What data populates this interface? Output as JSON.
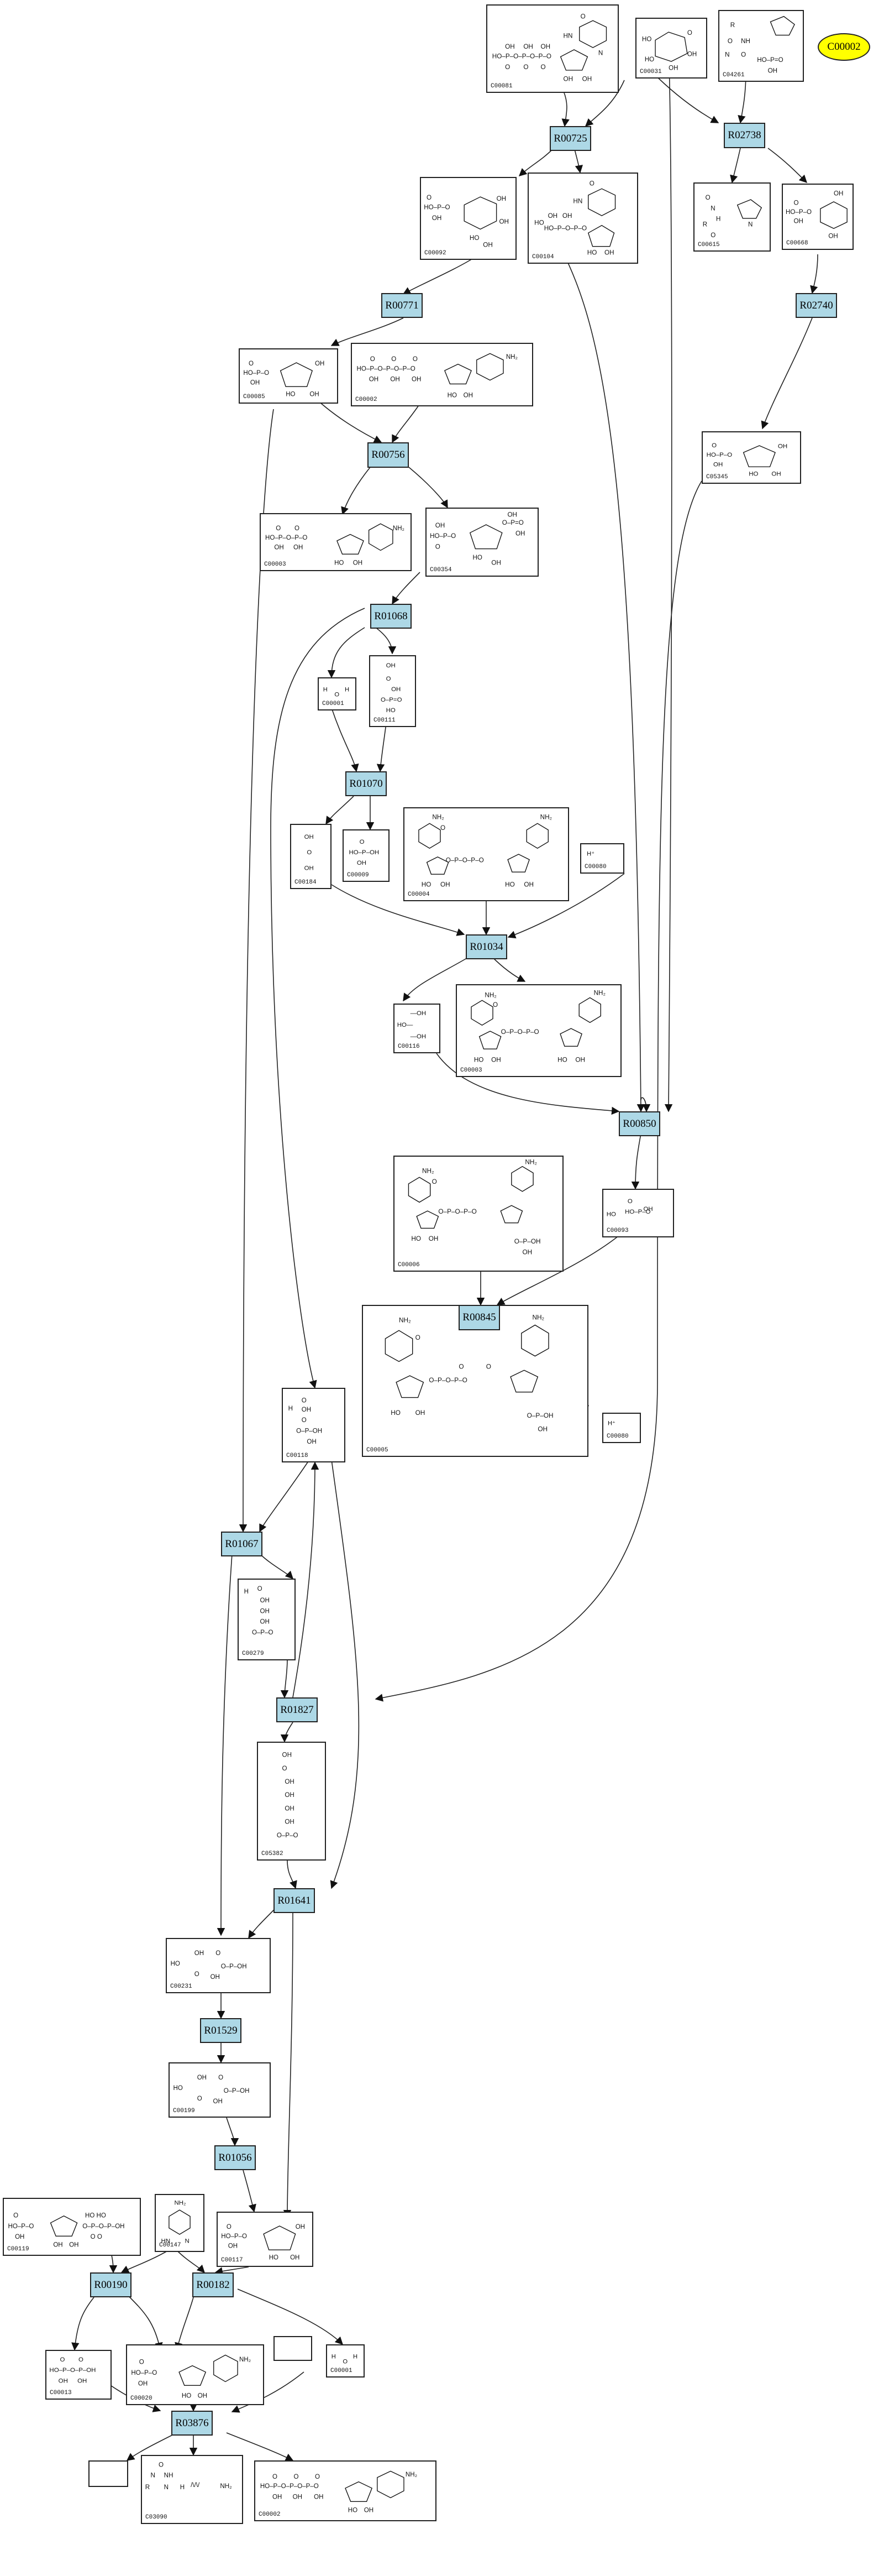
{
  "compounds": {
    "C00081": {
      "label": "C00081"
    },
    "C00031": {
      "label": "C00031"
    },
    "C04261": {
      "label": "C04261"
    },
    "C00092": {
      "label": "C00092"
    },
    "C00104": {
      "label": "C00104"
    },
    "C00615": {
      "label": "C00615"
    },
    "C00668": {
      "label": "C00668"
    },
    "C00085": {
      "label": "C00085"
    },
    "C00002": {
      "label": "C00002"
    },
    "C05345": {
      "label": "C05345"
    },
    "C00003": {
      "label": "C00003"
    },
    "C00354": {
      "label": "C00354"
    },
    "C00001a": {
      "label": "C00001"
    },
    "C00111": {
      "label": "C00111"
    },
    "C00184": {
      "label": "C00184"
    },
    "C00009": {
      "label": "C00009"
    },
    "C00004": {
      "label": "C00004"
    },
    "C00080a": {
      "label": "C00080",
      "formula": "H⁺"
    },
    "C00116": {
      "label": "C00116"
    },
    "C00003b": {
      "label": "C00003"
    },
    "C00006": {
      "label": "C00006"
    },
    "C00093": {
      "label": "C00093"
    },
    "C00118": {
      "label": "C00118"
    },
    "C00005": {
      "label": "C00005"
    },
    "C00080b": {
      "label": "C00080",
      "formula": "H⁺"
    },
    "C00279": {
      "label": "C00279"
    },
    "C05382": {
      "label": "C05382"
    },
    "C00231": {
      "label": "C00231"
    },
    "C00199": {
      "label": "C00199"
    },
    "C00119": {
      "label": "C00119"
    },
    "C00147": {
      "label": "C00147"
    },
    "C00117": {
      "label": "C00117"
    },
    "C00013": {
      "label": "C00013"
    },
    "C00020": {
      "label": "C00020"
    },
    "C00001b": {
      "label": "C00001"
    },
    "C03090": {
      "label": "C03090"
    },
    "C00002b": {
      "label": "C00002"
    }
  },
  "reactions": {
    "R00725": "R00725",
    "R02738": "R02738",
    "R00771": "R00771",
    "R02740": "R02740",
    "R00756": "R00756",
    "R01068": "R01068",
    "R01070": "R01070",
    "R01034": "R01034",
    "R00850": "R00850",
    "R00845": "R00845",
    "R01067": "R01067",
    "R01827": "R01827",
    "R01641": "R01641",
    "R01529": "R01529",
    "R01056": "R01056",
    "R00190": "R00190",
    "R00182": "R00182",
    "R03876": "R03876"
  },
  "ellipse": {
    "C00002": "C00002"
  }
}
